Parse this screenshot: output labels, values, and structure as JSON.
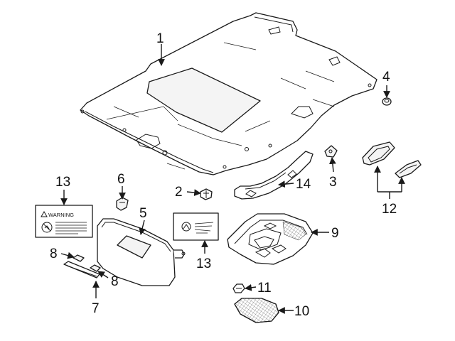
{
  "callouts": {
    "c1": "1",
    "c2": "2",
    "c3": "3",
    "c4": "4",
    "c5": "5",
    "c6": "6",
    "c7": "7",
    "c8a": "8",
    "c8b": "8",
    "c9": "9",
    "c10": "10",
    "c11": "11",
    "c12": "12",
    "c13a": "13",
    "c13b": "13",
    "c14": "14"
  },
  "labels": {
    "warning_text": "WARNING"
  },
  "icons": {
    "warning_symbol": "warning-triangle-icon",
    "no_child_seat": "prohibition-circle-icon",
    "airbag_pictogram": "airbag-icon"
  }
}
